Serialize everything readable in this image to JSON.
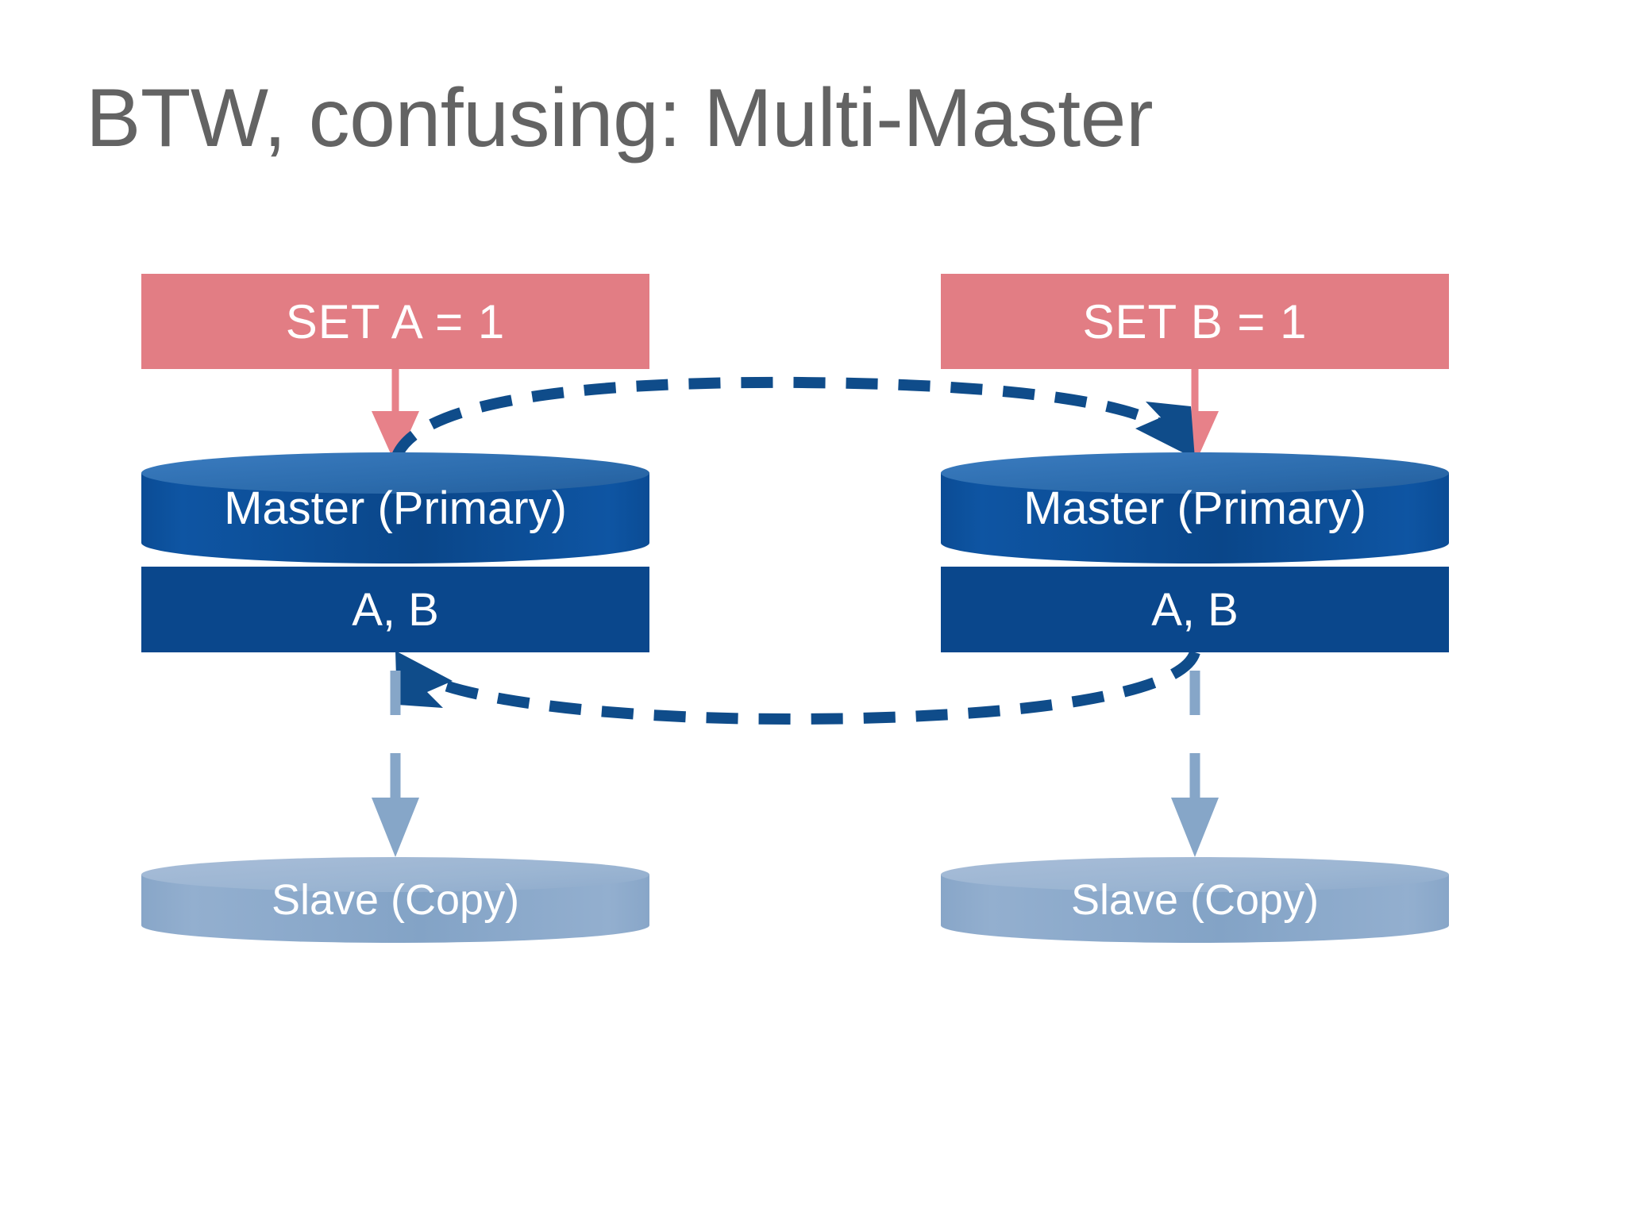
{
  "slide": {
    "title": "BTW, confusing: Multi-Master",
    "title_color": "#636363",
    "background": "#ffffff"
  },
  "colors": {
    "command_box": "#E27D84",
    "command_arrow": "#E78189",
    "master_body": "#0A478C",
    "master_top": "#2C6CAD",
    "replication_arrow": "#0F4C8A",
    "slave_body": "#83A3C6",
    "slave_top": "#9BB5D2",
    "slave_arrow": "#86A6C8",
    "label_text": "#ffffff"
  },
  "nodes": {
    "left": {
      "command": {
        "label": "SET A = 1",
        "name": "set-a"
      },
      "master": {
        "label": "Master (Primary)",
        "data": "A, B"
      },
      "slave": {
        "label": "Slave (Copy)"
      }
    },
    "right": {
      "command": {
        "label": "SET B = 1",
        "name": "set-b"
      },
      "master": {
        "label": "Master (Primary)",
        "data": "A, B"
      },
      "slave": {
        "label": "Slave (Copy)"
      }
    }
  },
  "connectors": {
    "command_to_master_left": {
      "style": "solid",
      "direction": "down"
    },
    "command_to_master_right": {
      "style": "solid",
      "direction": "down"
    },
    "replication_top": {
      "style": "dashed",
      "direction": "left-to-right"
    },
    "replication_bottom": {
      "style": "dashed",
      "direction": "right-to-left"
    },
    "master_to_slave_left": {
      "style": "dashed",
      "direction": "down"
    },
    "master_to_slave_right": {
      "style": "dashed",
      "direction": "down"
    }
  }
}
